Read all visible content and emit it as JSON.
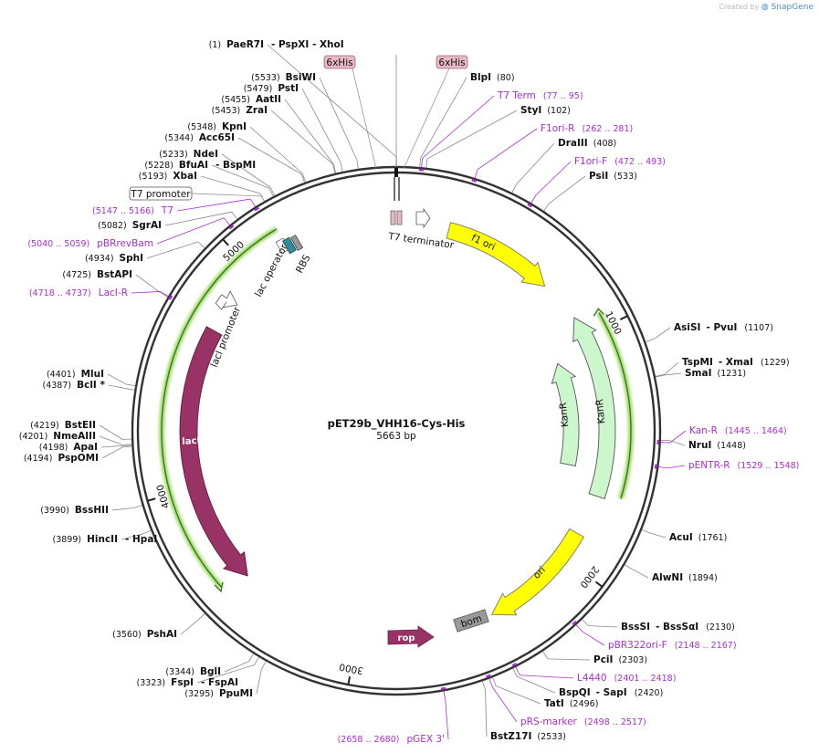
{
  "credit": {
    "text": "Created by",
    "brand": "SnapGene"
  },
  "plasmid": {
    "name": "pET29b_VHH16-Cys-His",
    "size": "5663 bp"
  },
  "ticks": [
    "1000",
    "2000",
    "3000",
    "4000",
    "5000"
  ],
  "features": {
    "t7_terminator": "T7 terminator",
    "f1_ori": "f1 ori",
    "kanr_outer": "KanR",
    "kanr_inner": "KanR",
    "ori": "ori",
    "bom": "bom",
    "rop": "rop",
    "laci": "lacI",
    "laci_promoter": "lacI promoter",
    "lac_operator": "lac operator",
    "rbs": "RBS",
    "t7_promoter": "T7 promoter",
    "his_tag_1": "6xHis",
    "his_tag_2": "6xHis"
  },
  "enzymes": [
    {
      "pos": "(1)",
      "name": "PaeR7I",
      "extra": "- PspXI   - XhoI"
    },
    {
      "pos": "(80)",
      "name": "BlpI"
    },
    {
      "pos": "(102)",
      "name": "StyI"
    },
    {
      "pos": "(408)",
      "name": "DraIII"
    },
    {
      "pos": "(533)",
      "name": "PsiI"
    },
    {
      "pos": "(1107)",
      "name": "AsiSI",
      "extra": "- PvuI"
    },
    {
      "pos": "(1229)",
      "name": "TspMI",
      "extra": "- XmaI"
    },
    {
      "pos": "(1231)",
      "name": "SmaI"
    },
    {
      "pos": "(1448)",
      "name": "NruI"
    },
    {
      "pos": "(1761)",
      "name": "AcuI"
    },
    {
      "pos": "(1894)",
      "name": "AlwNI"
    },
    {
      "pos": "(2130)",
      "name": "BssSI",
      "extra": "- BssSαI"
    },
    {
      "pos": "(2303)",
      "name": "PciI"
    },
    {
      "pos": "(2420)",
      "name": "BspQI",
      "extra": "- SapI"
    },
    {
      "pos": "(2496)",
      "name": "TatI"
    },
    {
      "pos": "(2533)",
      "name": "BstZ17I"
    },
    {
      "pos": "(3295)",
      "name": "PpuMI"
    },
    {
      "pos": "(3323)",
      "name": "FspI",
      "extra": "- FspAI"
    },
    {
      "pos": "(3344)",
      "name": "BglI"
    },
    {
      "pos": "(3560)",
      "name": "PshAI"
    },
    {
      "pos": "(3899)",
      "name": "HincII",
      "extra": "- HpaI"
    },
    {
      "pos": "(3990)",
      "name": "BssHII"
    },
    {
      "pos": "(4194)",
      "name": "PspOMI"
    },
    {
      "pos": "(4198)",
      "name": "ApaI"
    },
    {
      "pos": "(4201)",
      "name": "NmeAIII"
    },
    {
      "pos": "(4219)",
      "name": "BstEII"
    },
    {
      "pos": "(4387)",
      "name": "BclI *"
    },
    {
      "pos": "(4401)",
      "name": "MluI"
    },
    {
      "pos": "(4725)",
      "name": "BstAPI"
    },
    {
      "pos": "(4934)",
      "name": "SphI"
    },
    {
      "pos": "(5082)",
      "name": "SgrAI"
    },
    {
      "pos": "(5193)",
      "name": "XbaI"
    },
    {
      "pos": "(5228)",
      "name": "BfuAI",
      "extra": "- BspMI"
    },
    {
      "pos": "(5233)",
      "name": "NdeI"
    },
    {
      "pos": "(5344)",
      "name": "Acc65I"
    },
    {
      "pos": "(5348)",
      "name": "KpnI"
    },
    {
      "pos": "(5453)",
      "name": "ZraI"
    },
    {
      "pos": "(5455)",
      "name": "AatII"
    },
    {
      "pos": "(5479)",
      "name": "PstI"
    },
    {
      "pos": "(5533)",
      "name": "BsiWI"
    }
  ],
  "primers": [
    {
      "name": "T7 Term",
      "range": "(77 .. 95)"
    },
    {
      "name": "F1ori-R",
      "range": "(262 .. 281)"
    },
    {
      "name": "F1ori-F",
      "range": "(472 .. 493)"
    },
    {
      "name": "Kan-R",
      "range": "(1445 .. 1464)"
    },
    {
      "name": "pENTR-R",
      "range": "(1529 .. 1548)"
    },
    {
      "name": "pBR322ori-F",
      "range": "(2148 .. 2167)"
    },
    {
      "name": "L4440",
      "range": "(2401 .. 2418)"
    },
    {
      "name": "pRS-marker",
      "range": "(2498 .. 2517)"
    },
    {
      "name": "pGEX 3'",
      "range": "(2658 .. 2680)"
    },
    {
      "name": "LacI-R",
      "range": "(4718 .. 4737)"
    },
    {
      "name": "pBRrevBam",
      "range": "(5040 .. 5059)"
    },
    {
      "name": "T7",
      "range": "(5147 .. 5166)"
    }
  ],
  "colors": {
    "primer": "#a82fd0",
    "f1_ori": "#ffff00",
    "ori": "#ffff00",
    "kanr": "#ccf7cc",
    "laci": "#993366",
    "rop": "#993366",
    "bom": "#999999",
    "operator": "#2e8b9a",
    "green_glow": "#8fd14f",
    "his": "#e8b8c4"
  }
}
